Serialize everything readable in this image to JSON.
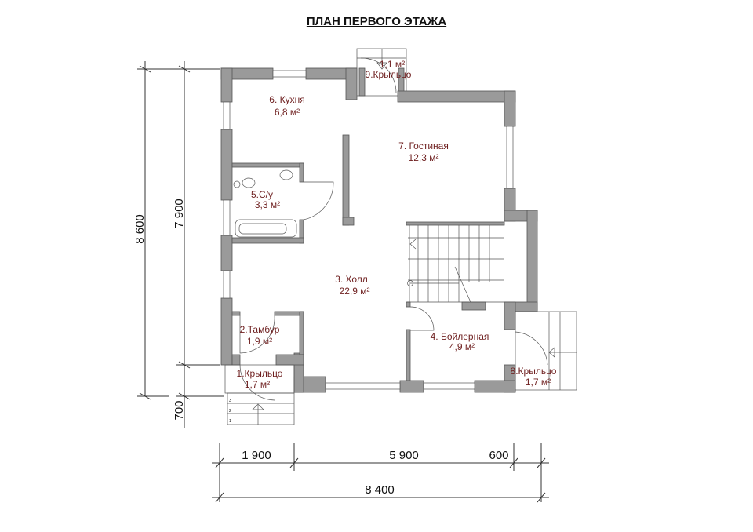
{
  "title": "ПЛАН ПЕРВОГО ЭТАЖА",
  "rooms": [
    {
      "name": "1.Крыльцо",
      "area": "1,7 м²"
    },
    {
      "name": "2.Тамбур",
      "area": "1,9 м²"
    },
    {
      "name": "3. Холл",
      "area": "22,9 м²"
    },
    {
      "name": "4. Бойлерная",
      "area": "4,9 м²"
    },
    {
      "name": "5.С/у",
      "area": "3,3 м²"
    },
    {
      "name": "6. Кухня",
      "area": "6,8 м²"
    },
    {
      "name": "7. Гостиная",
      "area": "12,3 м²"
    },
    {
      "name": "8.Крыльцо",
      "area": "1,7 м²"
    },
    {
      "name": "9.Крыльцо",
      "area": "1,1 м²"
    }
  ],
  "dimensions": {
    "total_height": "8 600",
    "house_height": "7 900",
    "porch_depth": "700",
    "seg1": "1 900",
    "seg2": "5 900",
    "seg3": "600",
    "total_width": "8 400"
  },
  "step_numbers": [
    "1",
    "2",
    "3"
  ]
}
